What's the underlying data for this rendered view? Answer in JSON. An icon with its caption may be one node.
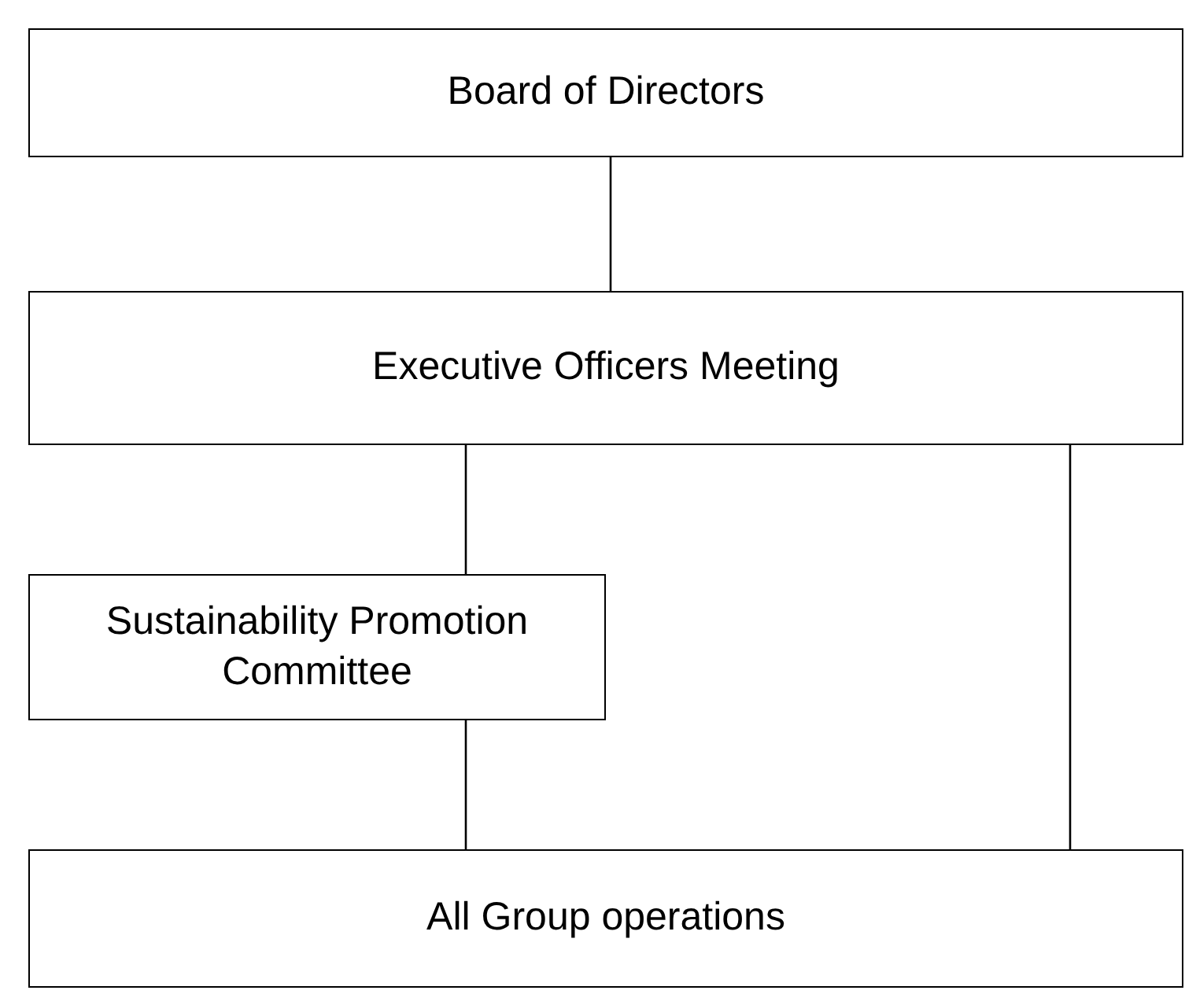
{
  "diagram": {
    "nodes": [
      {
        "text": [
          "Board of Directors"
        ]
      },
      {
        "text": [
          "Executive Officers Meeting"
        ]
      },
      {
        "text": [
          "Sustainability Promotion Committee"
        ]
      },
      {
        "text": [
          "All Group operations"
        ]
      }
    ],
    "edges": [
      {
        "from": 0,
        "to": 1,
        "arrow": "none"
      },
      {
        "from": 1,
        "to": 2,
        "arrow": "none"
      },
      {
        "from": 2,
        "to": 3,
        "arrow": "none"
      },
      {
        "from": 1,
        "to": 3,
        "arrow": "none"
      }
    ]
  }
}
